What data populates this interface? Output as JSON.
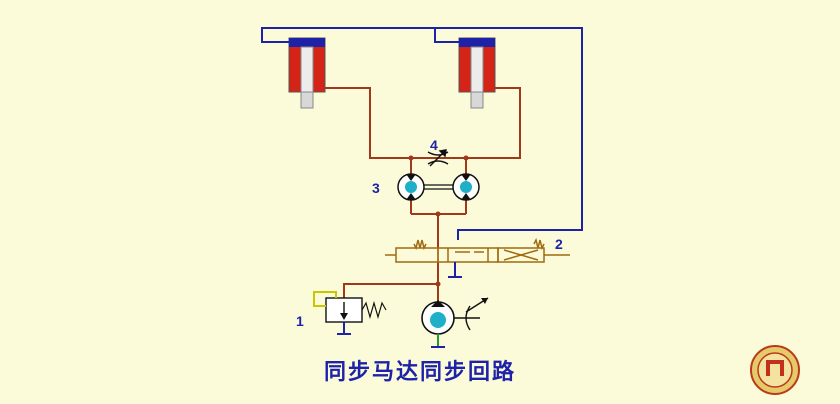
{
  "diagram": {
    "caption": "同步马达同步回路",
    "labels": {
      "relief_valve": "1",
      "directional_valve": "2",
      "motors": "3",
      "throttle_valve": "4"
    },
    "colors": {
      "background": "#fbfbd9",
      "oil_line": "#a0381c",
      "pilot_line": "#1e22a8",
      "return_line": "#1e22a8",
      "valve_outline": "#a06a10",
      "cylinder_body": "#d42418",
      "cylinder_cap": "#1e22a8",
      "pump_fill": "#1eb0c8",
      "suction_line": "#2a9a2a",
      "caption": "#1e22a8"
    },
    "logo": {
      "text": ""
    }
  }
}
